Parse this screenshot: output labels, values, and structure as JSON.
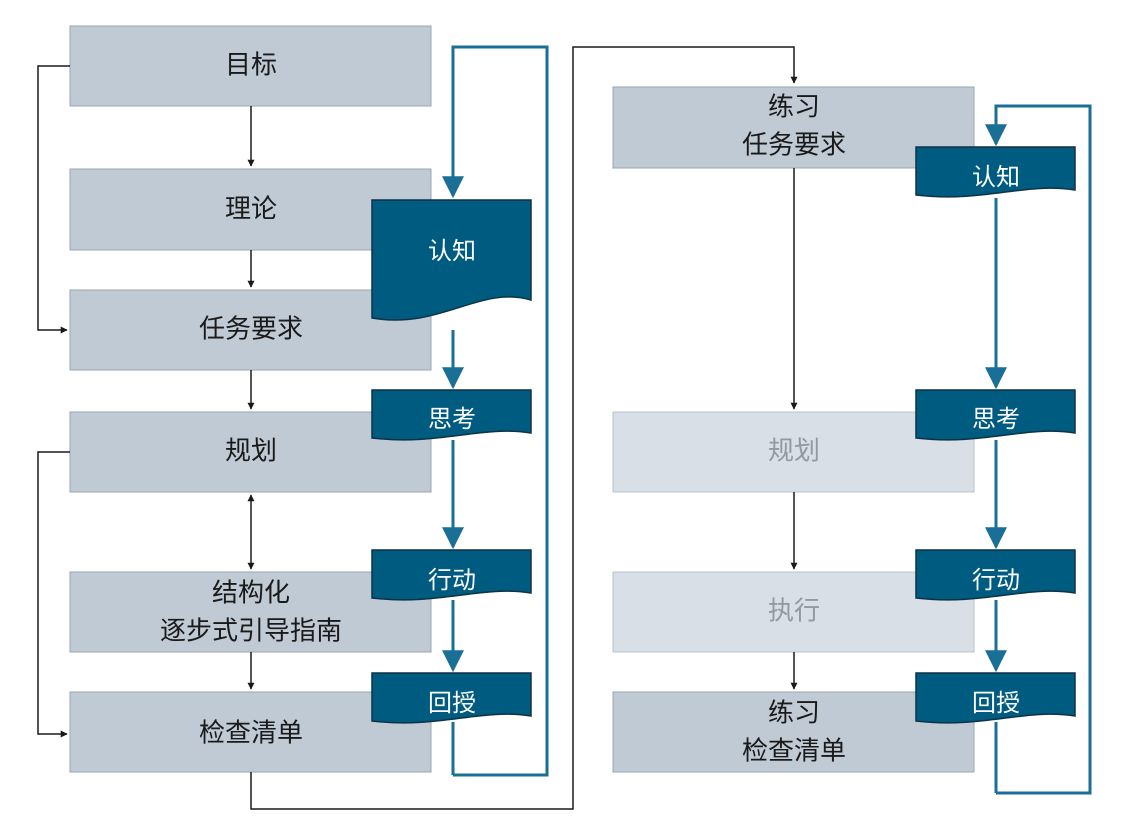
{
  "colors": {
    "box_fill": "#bfcad5",
    "box_dim_fill": "#d8dfe6",
    "box_border": "#9aa7b2",
    "tag_fill": "#005b80",
    "tag_border": "#0f3346",
    "blue_line": "#1a6f97",
    "black_line": "#1a1a1a",
    "dim_text": "#8f9aa4"
  },
  "left_column": {
    "goal": "目标",
    "theory": "理论",
    "task": "任务要求",
    "plan": "规划",
    "guide": [
      "结构化",
      "逐步式引导指南"
    ],
    "checklist": "检查清单"
  },
  "left_tags": {
    "cognition": "认知",
    "thinking": "思考",
    "action": "行动",
    "feedback": "回授"
  },
  "right_column": {
    "practice_task": [
      "练习",
      "任务要求"
    ],
    "plan": "规划",
    "execute": "执行",
    "practice_check": [
      "练习",
      "检查清单"
    ]
  },
  "right_tags": {
    "cognition": "认知",
    "thinking": "思考",
    "action": "行动",
    "feedback": "回授"
  }
}
